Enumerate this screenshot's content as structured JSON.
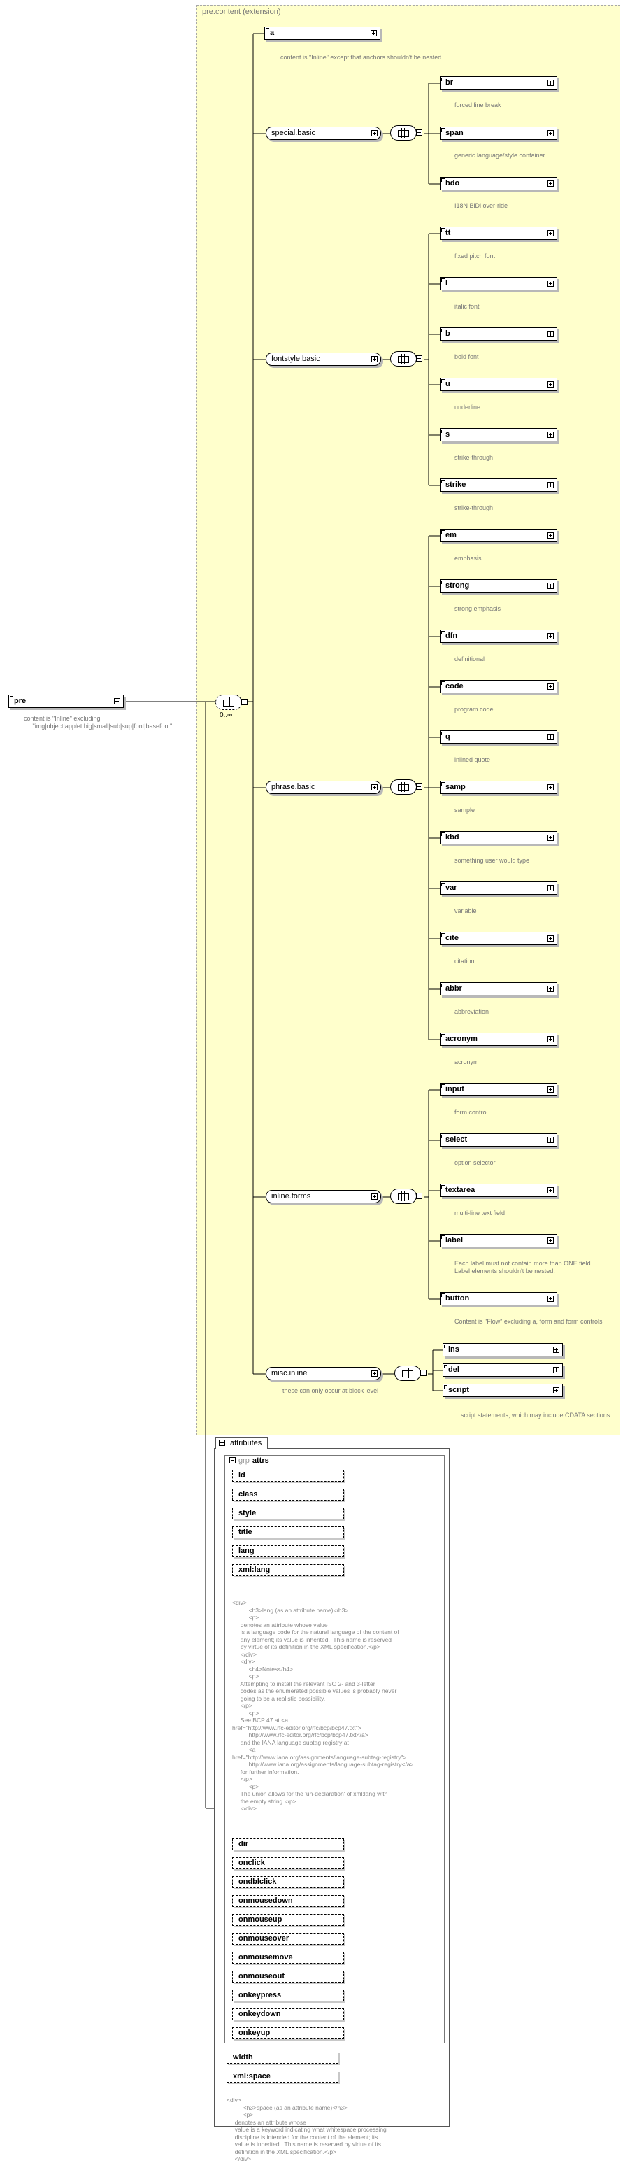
{
  "root": {
    "name": "pre",
    "doc": "content is \"Inline\" excluding\n     \"img|object|applet|big|small|sub|sup|font|basefont\"",
    "occurrence": "0..∞"
  },
  "content_region": {
    "title": "pre.content (extension)"
  },
  "elements": {
    "a": {
      "label": "a",
      "doc": "content is \"Inline\" except that anchors shouldn't be nested"
    },
    "special_basic": {
      "label": "special.basic"
    },
    "br": {
      "label": "br",
      "doc": "forced line break"
    },
    "span": {
      "label": "span",
      "doc": "generic language/style container"
    },
    "bdo": {
      "label": "bdo",
      "doc": "I18N BiDi over-ride"
    },
    "fontstyle_basic": {
      "label": "fontstyle.basic"
    },
    "tt": {
      "label": "tt",
      "doc": "fixed pitch font"
    },
    "i": {
      "label": "i",
      "doc": "italic font"
    },
    "b": {
      "label": "b",
      "doc": "bold font"
    },
    "u": {
      "label": "u",
      "doc": "underline"
    },
    "s": {
      "label": "s",
      "doc": "strike-through"
    },
    "strike": {
      "label": "strike",
      "doc": "strike-through"
    },
    "phrase_basic": {
      "label": "phrase.basic"
    },
    "em": {
      "label": "em",
      "doc": "emphasis"
    },
    "strong": {
      "label": "strong",
      "doc": "strong emphasis"
    },
    "dfn": {
      "label": "dfn",
      "doc": "definitional"
    },
    "code": {
      "label": "code",
      "doc": "program code"
    },
    "q": {
      "label": "q",
      "doc": "inlined quote"
    },
    "samp": {
      "label": "samp",
      "doc": "sample"
    },
    "kbd": {
      "label": "kbd",
      "doc": "something user would type"
    },
    "var": {
      "label": "var",
      "doc": "variable"
    },
    "cite": {
      "label": "cite",
      "doc": "citation"
    },
    "abbr": {
      "label": "abbr",
      "doc": "abbreviation"
    },
    "acronym": {
      "label": "acronym",
      "doc": "acronym"
    },
    "inline_forms": {
      "label": "inline.forms"
    },
    "input": {
      "label": "input",
      "doc": "form control"
    },
    "select": {
      "label": "select",
      "doc": "option selector"
    },
    "textarea": {
      "label": "textarea",
      "doc": "multi-line text field"
    },
    "label": {
      "label": "label",
      "doc": "Each label must not contain more than ONE field\nLabel elements shouldn't be nested."
    },
    "button": {
      "label": "button",
      "doc": "Content is \"Flow\" excluding a, form and form controls"
    },
    "misc_inline": {
      "label": "misc.inline",
      "doc": "these can only occur at block level"
    },
    "ins": {
      "label": "ins"
    },
    "del": {
      "label": "del"
    },
    "script": {
      "label": "script",
      "doc": "script statements, which may include CDATA sections"
    }
  },
  "attributes": {
    "tab_label": "attributes",
    "group_prefix": "grp",
    "group_name": "attrs",
    "attrs_top": [
      "id",
      "class",
      "style",
      "title",
      "lang",
      "xml:lang"
    ],
    "xmllang_doc": "<div>\n          <h3>lang (as an attribute name)</h3>\n          <p>\n     denotes an attribute whose value\n     is a language code for the natural language of the content of\n     any element; its value is inherited.  This name is reserved\n     by virtue of its definition in the XML specification.</p>\n     </div>\n     <div>\n          <h4>Notes</h4>\n          <p>\n     Attempting to install the relevant ISO 2- and 3-letter\n     codes as the enumerated possible values is probably never\n     going to be a realistic possibility.\n     </p>\n          <p>\n     See BCP 47 at <a\nhref=\"http://www.rfc-editor.org/rfc/bcp/bcp47.txt\">\n          http://www.rfc-editor.org/rfc/bcp/bcp47.txt</a>\n     and the IANA language subtag registry at\n          <a\nhref=\"http://www.iana.org/assignments/language-subtag-registry\">\n          http://www.iana.org/assignments/language-subtag-registry</a>\n     for further information.\n     </p>\n          <p>\n     The union allows for the 'un-declaration' of xml:lang with\n     the empty string.</p>\n     </div>",
    "attrs_events": [
      "dir",
      "onclick",
      "ondblclick",
      "onmousedown",
      "onmouseup",
      "onmouseover",
      "onmousemove",
      "onmouseout",
      "onkeypress",
      "onkeydown",
      "onkeyup"
    ],
    "attrs_bottom": [
      "width",
      "xml:space"
    ],
    "xmlspace_doc": "<div>\n          <h3>space (as an attribute name)</h3>\n          <p>\n     denotes an attribute whose\n     value is a keyword indicating what whitespace processing\n     discipline is intended for the content of the element; its\n     value is inherited.  This name is reserved by virtue of its\n     definition in the XML specification.</p>\n     </div>"
  }
}
